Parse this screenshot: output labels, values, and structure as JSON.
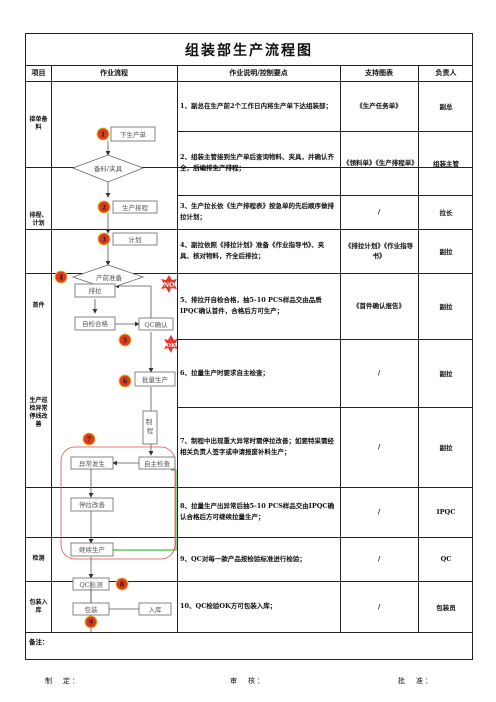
{
  "title": "组装部生产流程图",
  "headers": {
    "item": "项目",
    "flow": "作业流程",
    "desc": "作业说明/控制要点",
    "form": "支持图表",
    "resp": "负责人"
  },
  "stages": {
    "s1": "接单备料",
    "s2": "排程、计划",
    "s3": "首件",
    "s4": "生产巡检异常停线改善",
    "s5": "检测",
    "s6": "包装入库"
  },
  "rows": [
    {
      "desc": "1、副总在生产前2个工作日内将生产单下达组装部；",
      "form": "《生产任务单》",
      "resp": "副总"
    },
    {
      "desc": "2、组装主管接到生产单后查询物料、夹具，并确认齐全，后编排生产排程；",
      "form": "《领料单》《生产排程单》",
      "resp": "组装主管"
    },
    {
      "desc": "3、生产拉长依《生产排程表》按急单的先后顺序做排拉计划；",
      "form": "/",
      "resp": "拉长"
    },
    {
      "desc": "4、副拉依照《排拉计划》准备《作业指导书》、夹具、核对物料，齐全后排拉；",
      "form": "《排拉计划》《作业指导书》",
      "resp": "副拉"
    },
    {
      "desc": "5、排拉开自检合格，抽5-10 PCS样品交由品质IPQC确认首件，合格后方可生产；",
      "form": "《首件确认报告》",
      "resp": "副拉"
    },
    {
      "desc": "6、拉量生产时要求自主检查；",
      "form": "/",
      "resp": "副拉"
    },
    {
      "desc": "7、制程中出现重大异常时需停拉改善；如要特采需经相关负责人签字或申请报废补料生产；",
      "form": "/",
      "resp": "副拉"
    },
    {
      "desc": "8、拉量生产出异常后抽5-10 PCS样品交由IPQC确认合格后方可继续拉量生产；",
      "form": "/",
      "resp": "IPQC"
    },
    {
      "desc": "9、QC对每一款产品按检验标准进行检验；",
      "form": "/",
      "resp": "QC"
    },
    {
      "desc": "10、QC检验OK方可包装入库；",
      "form": "/",
      "resp": "包装员"
    }
  ],
  "flow": {
    "production_order": "下生产单",
    "material_fixture": "备料/夹具",
    "scheduling": "生产排程",
    "plan": "计划",
    "prep": "产前准备",
    "line_setup": "排拉",
    "self_check_ok": "自检合格",
    "qc_confirm": "QC确认",
    "no_label": "NO",
    "ok_label": "OK",
    "mass_production": "批量生产",
    "process": "制程",
    "abnormal": "异常发生",
    "self_inspect": "自主检查",
    "stop_improve": "停拉改善",
    "continue": "继续生产",
    "qc_test": "QC检测",
    "packing": "包装",
    "storage": "入库",
    "step_numbers": [
      "1",
      "2",
      "3",
      "4",
      "5",
      "6",
      "7",
      "8",
      "9"
    ]
  },
  "note_label": "备注：",
  "footer": {
    "made": "制　定：",
    "review": "审　核：",
    "approve": "批　准："
  },
  "colors": {
    "step_circle": "#e03a1f",
    "no_star": "#e8342a",
    "green_loop": "#3fbf3f",
    "red_loop": "#e05050"
  }
}
